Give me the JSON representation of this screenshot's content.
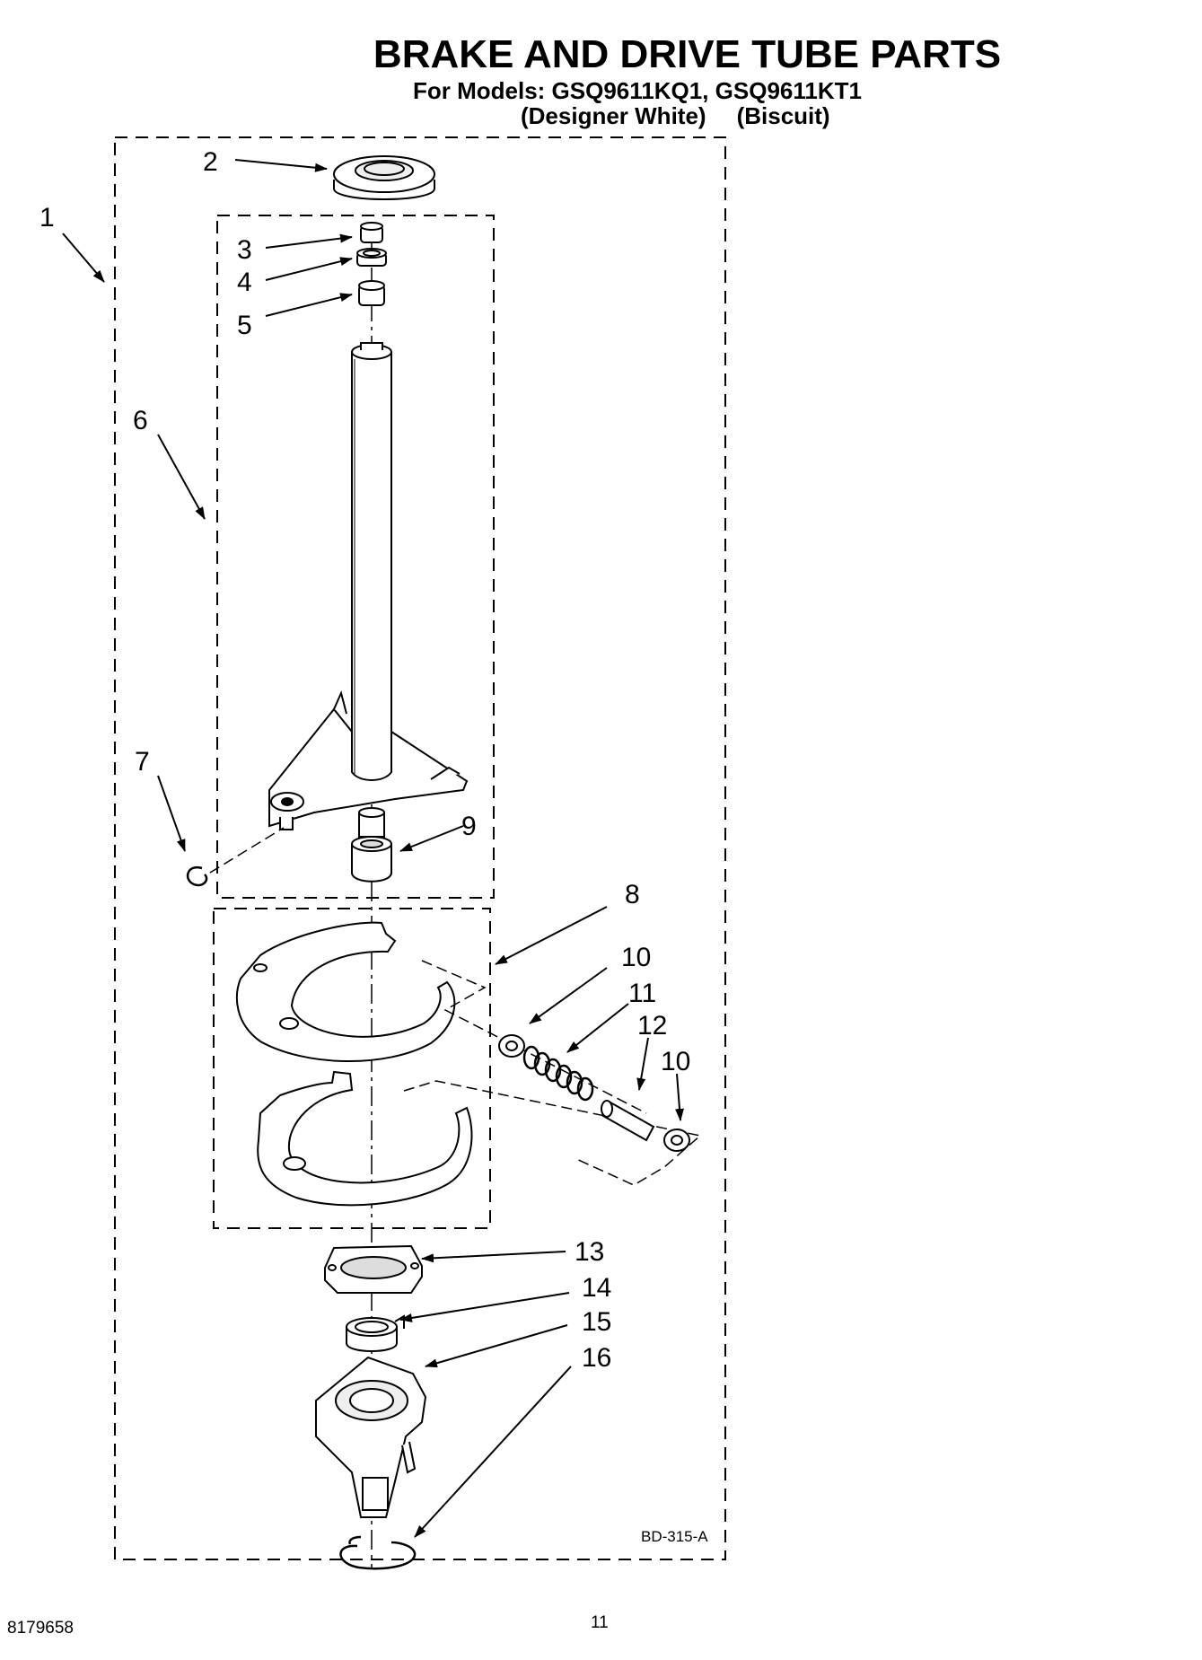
{
  "header": {
    "title": "BRAKE AND DRIVE TUBE PARTS",
    "models_line": "For Models: GSQ9611KQ1, GSQ9611KT1",
    "color_1": "(Designer White)",
    "color_2": "(Biscuit)"
  },
  "footer": {
    "diagram_code": "BD-315-A",
    "document_number": "8179658",
    "page_number": "11"
  },
  "callouts": [
    "1",
    "2",
    "3",
    "4",
    "5",
    "6",
    "7",
    "8",
    "9",
    "10",
    "11",
    "12",
    "10",
    "13",
    "14",
    "15",
    "16"
  ]
}
